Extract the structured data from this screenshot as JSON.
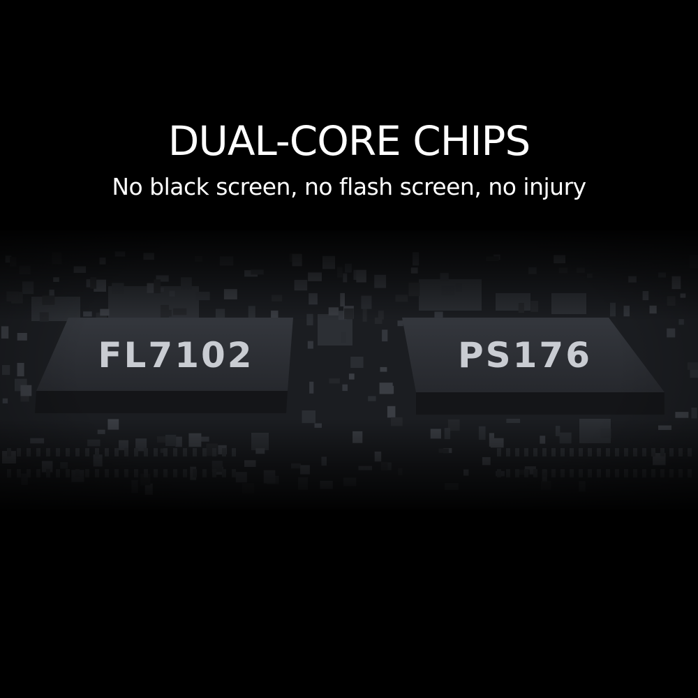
{
  "title": "DUAL-CORE CHIPS",
  "subtitle": "No black screen, no flash screen, no injury",
  "chips": [
    {
      "label": "FL7102"
    },
    {
      "label": "PS176"
    }
  ],
  "colors": {
    "background": "#000000",
    "board": "#1e2024",
    "chip_top": "#2f3238",
    "chip_side": "#17181b",
    "chip_text": "#c9ccd2"
  }
}
